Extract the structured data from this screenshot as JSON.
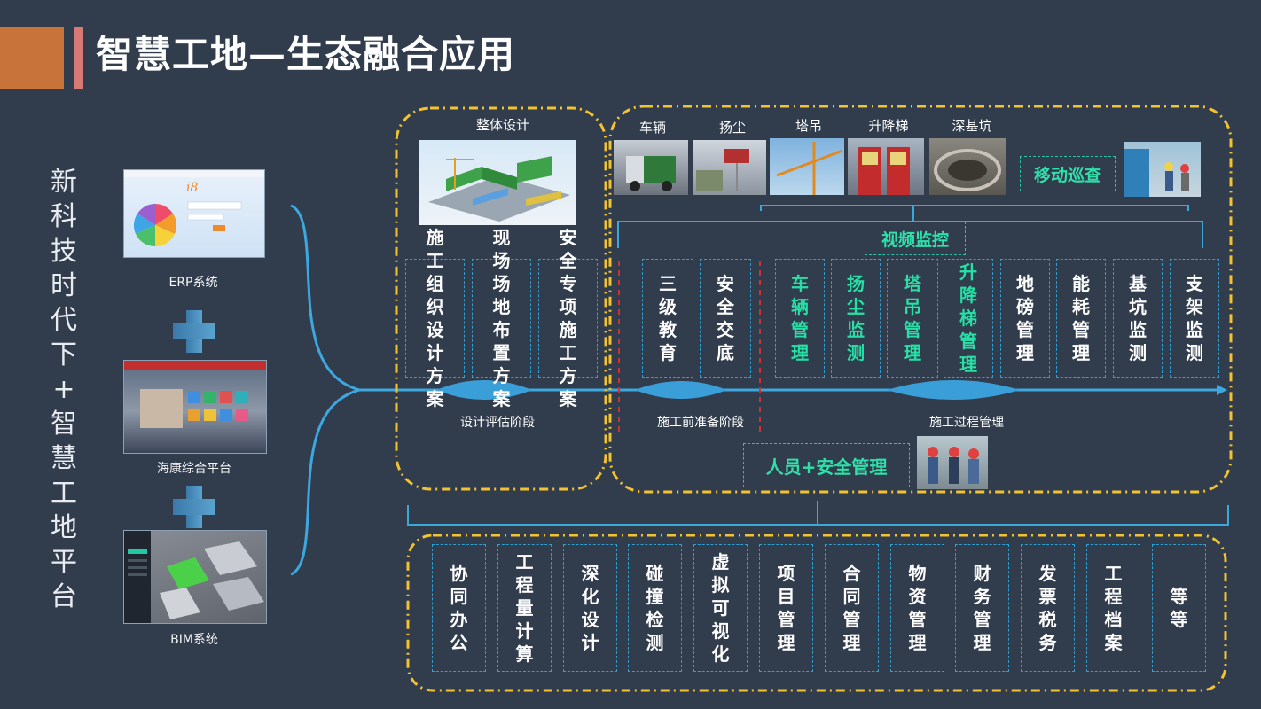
{
  "title": "智慧工地—生态融合应用",
  "left_vertical_text": [
    "新",
    "科",
    "技",
    "时",
    "代",
    "下",
    "+",
    "智",
    "慧",
    "工",
    "地",
    "平",
    "台"
  ],
  "systems": {
    "erp": "ERP系统",
    "erp_logo": "i8",
    "hik": "海康综合平台",
    "bim": "BIM系统"
  },
  "design": {
    "overall": "整体设计",
    "cards": [
      "施工组织设计方案",
      "现场场地布置方案",
      "安全专项施工方案"
    ],
    "stage": "设计评估阶段"
  },
  "prep": {
    "cards": [
      "三级教育",
      "安全交底"
    ],
    "stage": "施工前准备阶段"
  },
  "process": {
    "cards_green": [
      "车辆管理",
      "扬尘监测",
      "塔吊管理",
      "升降梯管理"
    ],
    "cards_white": [
      "地磅管理",
      "能耗管理",
      "基坑监测",
      "支架监测"
    ],
    "stage": "施工过程管理"
  },
  "photo_labels": [
    "车辆",
    "扬尘",
    "塔吊",
    "升降梯",
    "深基坑"
  ],
  "mobile_patrol": "移动巡查",
  "video_monitor": "视频监控",
  "personnel": "人员+安全管理",
  "bottom_cards": [
    "协同办公",
    "工程量计算",
    "深化设计",
    "碰撞检测",
    "虚拟可视化",
    "项目管理",
    "合同管理",
    "物资管理",
    "财务管理",
    "发票税务",
    "工程档案",
    "等等"
  ],
  "colors": {
    "background": "#313c4d",
    "accent_orange": "#c8733a",
    "title_bar": "#d77a76",
    "dashed_yellow": "#f2c230",
    "dashed_blue": "#2fa0d2",
    "line_blue": "#3da8e0",
    "green_text": "#27e0a6"
  }
}
